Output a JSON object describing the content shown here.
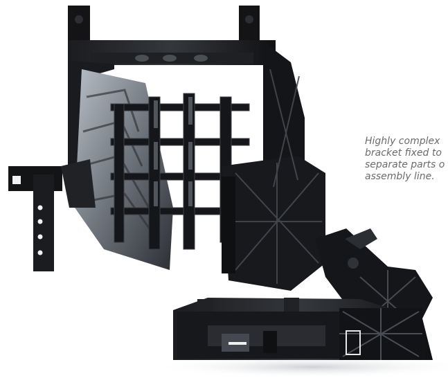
{
  "caption": {
    "lines": [
      "Highly complex",
      "bracket fixed to",
      "separate parts o",
      "assembly line."
    ]
  },
  "colors": {
    "part_dark": "#141416",
    "part_mid": "#2a2c30",
    "part_light": "#8a9098",
    "caption_text": "#6b6b6b",
    "background": "#ffffff"
  }
}
